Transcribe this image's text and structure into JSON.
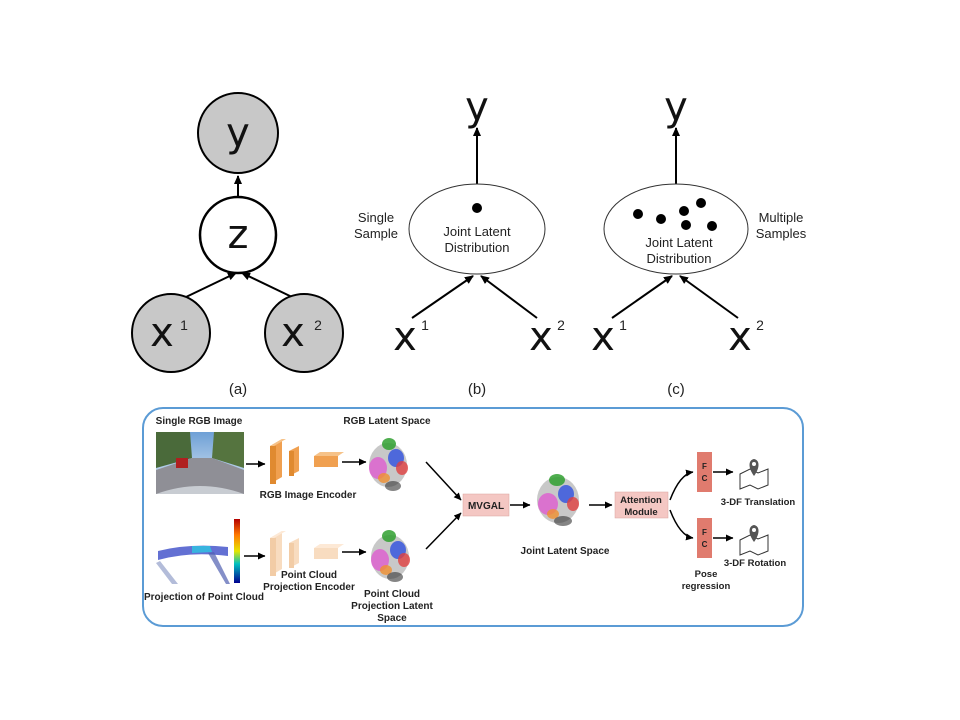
{
  "panel_a": {
    "node_y": "y",
    "node_z": "z",
    "node_x1": "x",
    "node_x1_sup": "1",
    "node_x2": "x",
    "node_x2_sup": "2",
    "caption": "(a)"
  },
  "panel_b": {
    "output": "y",
    "ellipse_line1": "Joint Latent",
    "ellipse_line2": "Distribution",
    "side_line1": "Single",
    "side_line2": "Sample",
    "input1": "x",
    "input1_sup": "1",
    "input2": "x",
    "input2_sup": "2",
    "caption": "(b)"
  },
  "panel_c": {
    "output": "y",
    "ellipse_line1": "Joint Latent",
    "ellipse_line2": "Distribution",
    "side_line1": "Multiple",
    "side_line2": "Samples",
    "input1": "x",
    "input1_sup": "1",
    "input2": "x",
    "input2_sup": "2",
    "caption": "(c)"
  },
  "pipeline": {
    "rgb_image_title": "Single RGB Image",
    "rgb_latent_title": "RGB Latent Space",
    "rgb_encoder": "RGB Image Encoder",
    "pc_projection_title": "Projection of Point Cloud",
    "pc_encoder_line1": "Point Cloud",
    "pc_encoder_line2": "Projection Encoder",
    "pc_latent_line1": "Point Cloud",
    "pc_latent_line2": "Projection Latent",
    "pc_latent_line3": "Space",
    "mvgal": "MVGAL",
    "joint_latent": "Joint Latent Space",
    "attention_line1": "Attention",
    "attention_line2": "Module",
    "fc_top_1": "F",
    "fc_top_2": "C",
    "fc_bottom_1": "F",
    "fc_bottom_2": "C",
    "translation": "3-DF Translation",
    "rotation": "3-DF Rotation",
    "pose_line1": "Pose",
    "pose_line2": "regression"
  },
  "colors": {
    "node_gray": "#c8c8c8",
    "pipeline_border": "#5b9bd5",
    "module_pink": "#f4c7c3",
    "fc_red": "#e07b6e",
    "rgb_encoder_orange": "#f0a050",
    "pc_encoder_beige": "#f8dcc0"
  }
}
